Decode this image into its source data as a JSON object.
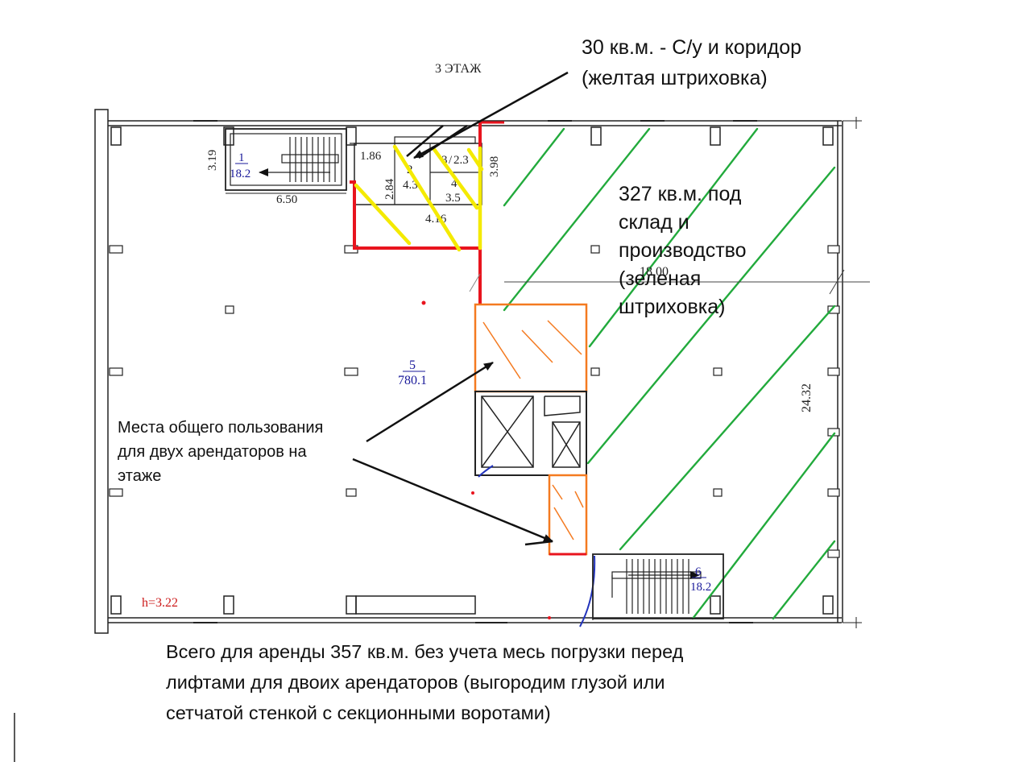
{
  "floor_title": "3 ЭТАЖ",
  "annotations": {
    "toilet_corridor": "30 кв.м. - С/у и коридор\n(желтая штриховка)",
    "warehouse": "327 кв.м. под\nсклад и\nпроизводство\n(зеленая\nштриховка)",
    "common_areas": "Места общего пользования\nдля двух арендаторов на\nэтаже",
    "total": "Всего для аренды 357 кв.м. без учета месь погрузки перед\nлифтами для двоих арендаторов (выгородим глузой или\nсетчатой стенкой с секционными воротами)"
  },
  "rooms": {
    "r1": {
      "num": "1",
      "area": "18.2"
    },
    "r2": {
      "num": "2",
      "area": "4.3"
    },
    "r3": {
      "num": "3",
      "area": "2.3"
    },
    "r4": {
      "num": "4",
      "area": "3.5"
    },
    "r5": {
      "num": "5",
      "area": "780.1"
    },
    "r6": {
      "num": "6",
      "area": "18.2"
    }
  },
  "dimensions": {
    "stair_depth": "3.19",
    "stair_width": "6.50",
    "wc_width": "1.86",
    "wc_height": "2.84",
    "wc_total_width": "4.16",
    "wc_total_height": "3.98",
    "floor_width": "18,00",
    "floor_length": "24.32",
    "ceiling_height": "h=3.22"
  },
  "colors": {
    "wall": "#222222",
    "yellow_hatch": "#f4ea00",
    "green_hatch": "#22aa3c",
    "red_outline": "#e8141e",
    "orange_outline": "#f47a20",
    "room_label": "#1a1a9a",
    "height_label": "#cc1a1a",
    "arrow": "#111111",
    "door": "#2233bb"
  }
}
